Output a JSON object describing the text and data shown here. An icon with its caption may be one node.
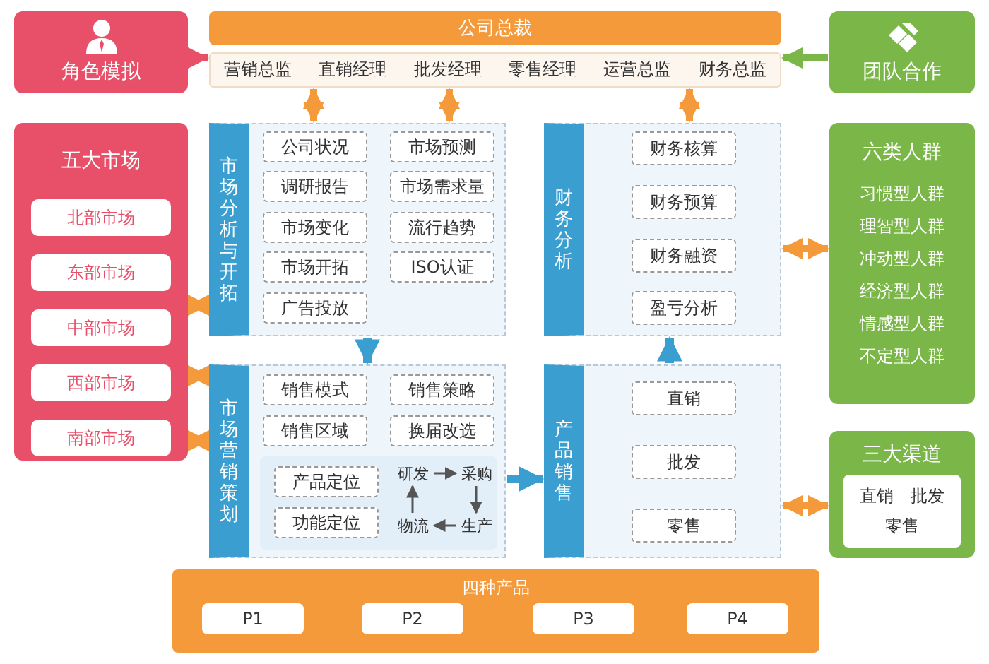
{
  "diagram": {
    "nodes": [
      {
        "text": [
          "角色模拟"
        ]
      },
      {
        "text": [
          "公司总裁"
        ]
      },
      {
        "text": [
          "营销总监",
          "直销经理",
          "批发经理",
          "零售经理",
          "运营总监",
          "财务总监"
        ]
      },
      {
        "text": [
          "团队合作"
        ]
      },
      {
        "text": [
          "五大市场"
        ]
      },
      {
        "text": [
          "北部市场"
        ],
        "in": 4
      },
      {
        "text": [
          "东部市场"
        ],
        "in": 4
      },
      {
        "text": [
          "中部市场"
        ],
        "in": 4
      },
      {
        "text": [
          "西部市场"
        ],
        "in": 4
      },
      {
        "text": [
          "南部市场"
        ],
        "in": 4
      },
      {
        "text": [
          "市场分析与开拓"
        ]
      },
      {
        "text": [
          "公司状况"
        ],
        "in": 10
      },
      {
        "text": [
          "市场预测"
        ],
        "in": 10
      },
      {
        "text": [
          "调研报告"
        ],
        "in": 10
      },
      {
        "text": [
          "市场需求量"
        ],
        "in": 10
      },
      {
        "text": [
          "市场变化"
        ],
        "in": 10
      },
      {
        "text": [
          "流行趋势"
        ],
        "in": 10
      },
      {
        "text": [
          "市场开拓"
        ],
        "in": 10
      },
      {
        "text": [
          "ISO认证"
        ],
        "in": 10
      },
      {
        "text": [
          "广告投放"
        ],
        "in": 10
      },
      {
        "text": [
          "财务分析"
        ]
      },
      {
        "text": [
          "财务核算"
        ],
        "in": 20
      },
      {
        "text": [
          "财务预算"
        ],
        "in": 20
      },
      {
        "text": [
          "财务融资"
        ],
        "in": 20
      },
      {
        "text": [
          "盈亏分析"
        ],
        "in": 20
      },
      {
        "text": [
          "六类人群",
          "习惯型人群",
          "理智型人群",
          "冲动型人群",
          "经济型人群",
          "情感型人群",
          "不定型人群"
        ]
      },
      {
        "text": [
          "市场营销策划"
        ]
      },
      {
        "text": [
          "销售模式"
        ],
        "in": 26
      },
      {
        "text": [
          "销售策略"
        ],
        "in": 26
      },
      {
        "text": [
          "销售区域"
        ],
        "in": 26
      },
      {
        "text": [
          "换届改选"
        ],
        "in": 26
      },
      {
        "text": [],
        "shape": "box",
        "in": 26
      },
      {
        "text": [
          "产品定位"
        ],
        "in": 31
      },
      {
        "text": [
          "功能定位"
        ],
        "in": 31
      },
      {
        "text": [
          "研发"
        ],
        "in": 31
      },
      {
        "text": [
          "采购"
        ],
        "in": 31
      },
      {
        "text": [
          "生产"
        ],
        "in": 31
      },
      {
        "text": [
          "物流"
        ],
        "in": 31
      },
      {
        "text": [
          "产品销售"
        ]
      },
      {
        "text": [
          "直销"
        ],
        "in": 38
      },
      {
        "text": [
          "批发"
        ],
        "in": 38
      },
      {
        "text": [
          "零售"
        ],
        "in": 38
      },
      {
        "text": [
          "三大渠道"
        ]
      },
      {
        "text": [
          "直销",
          "批发",
          "零售"
        ],
        "in": 42
      },
      {
        "text": [
          "四种产品"
        ]
      },
      {
        "text": [
          "P1"
        ],
        "in": 44
      },
      {
        "text": [
          "P2"
        ],
        "in": 44
      },
      {
        "text": [
          "P3"
        ],
        "in": 44
      },
      {
        "text": [
          "P4"
        ],
        "in": 44
      }
    ],
    "edges": [
      {
        "from": 0,
        "to": 2,
        "arrow": "to",
        "color": "#e8506a"
      },
      {
        "from": 3,
        "to": 2,
        "arrow": "to",
        "color": "#7ab648"
      },
      {
        "from": 10,
        "to": 2,
        "arrow": "both"
      },
      {
        "from": 10,
        "to": 2,
        "arrow": "both"
      },
      {
        "from": 20,
        "to": 2,
        "arrow": "both"
      },
      {
        "from": 4,
        "to": 10,
        "arrow": "both"
      },
      {
        "from": 4,
        "to": 26,
        "arrow": "both"
      },
      {
        "from": 4,
        "to": 26,
        "arrow": "both"
      },
      {
        "from": 20,
        "to": 25,
        "arrow": "both"
      },
      {
        "from": 38,
        "to": 42,
        "arrow": "both"
      },
      {
        "from": 10,
        "to": 26,
        "arrow": "to",
        "color": "#3a9fd0"
      },
      {
        "from": 38,
        "to": 20,
        "arrow": "to",
        "color": "#3a9fd0"
      },
      {
        "from": 26,
        "to": 38,
        "arrow": "to",
        "color": "#3a9fd0"
      },
      {
        "from": 34,
        "to": 35,
        "arrow": "to",
        "color": "#555555"
      },
      {
        "from": 35,
        "to": 36,
        "arrow": "to",
        "color": "#555555"
      },
      {
        "from": 36,
        "to": 37,
        "arrow": "to",
        "color": "#555555"
      },
      {
        "from": 37,
        "to": 34,
        "arrow": "to",
        "color": "#555555"
      }
    ]
  }
}
